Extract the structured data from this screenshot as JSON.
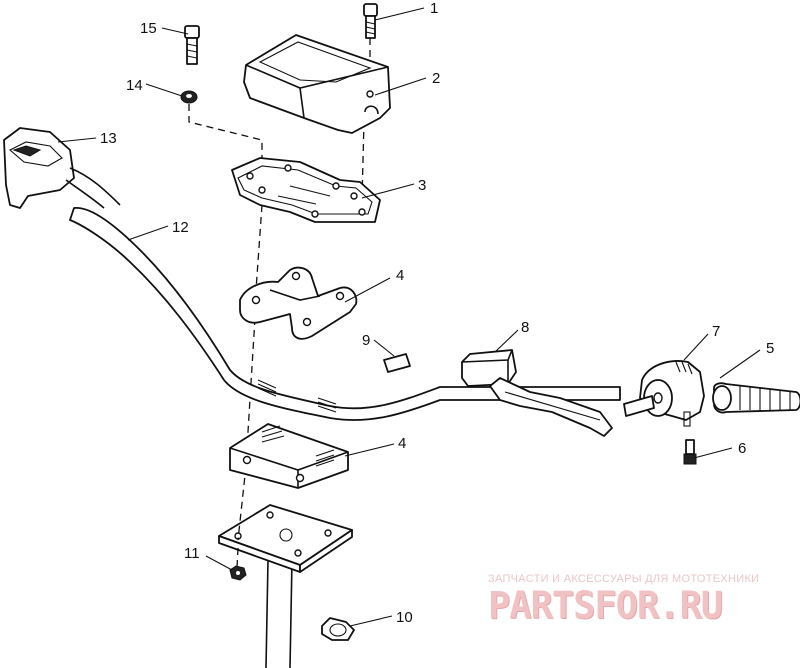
{
  "callouts": [
    {
      "id": "1",
      "name": "bolt"
    },
    {
      "id": "2",
      "name": "handlebar-pad"
    },
    {
      "id": "3",
      "name": "handlebar-cover-plate"
    },
    {
      "id": "4",
      "name": "upper-handlebar-clamp"
    },
    {
      "id": "4",
      "name": "lower-handlebar-clamp"
    },
    {
      "id": "5",
      "name": "grip"
    },
    {
      "id": "6",
      "name": "throttle-screw"
    },
    {
      "id": "7",
      "name": "throttle-housing"
    },
    {
      "id": "8",
      "name": "brake-master-cylinder"
    },
    {
      "id": "9",
      "name": "decal"
    },
    {
      "id": "10",
      "name": "cable-clamp"
    },
    {
      "id": "11",
      "name": "nut"
    },
    {
      "id": "12",
      "name": "handlebar"
    },
    {
      "id": "13",
      "name": "switch-assembly"
    },
    {
      "id": "14",
      "name": "washer"
    },
    {
      "id": "15",
      "name": "screw"
    }
  ],
  "watermark": {
    "tagline": "ЗАПЧАСТИ И АКСЕССУАРЫ ДЛЯ МОТОТЕХНИКИ",
    "logo": "PARTSFOR.RU"
  },
  "colors": {
    "line": "#111111",
    "watermark": "#f1c2c4"
  }
}
